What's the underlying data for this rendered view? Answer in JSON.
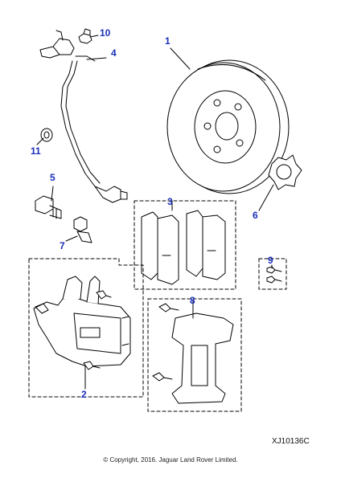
{
  "colors": {
    "callout": "#1a2fb8",
    "line": "#000000",
    "part_fill": "#ffffff"
  },
  "callouts": [
    "1",
    "2",
    "3",
    "4",
    "5",
    "6",
    "7",
    "8",
    "9",
    "10",
    "11"
  ],
  "drawing_code": "XJ10136C",
  "copyright": "© Copyright, 2016. Jaguar Land Rover Limited."
}
